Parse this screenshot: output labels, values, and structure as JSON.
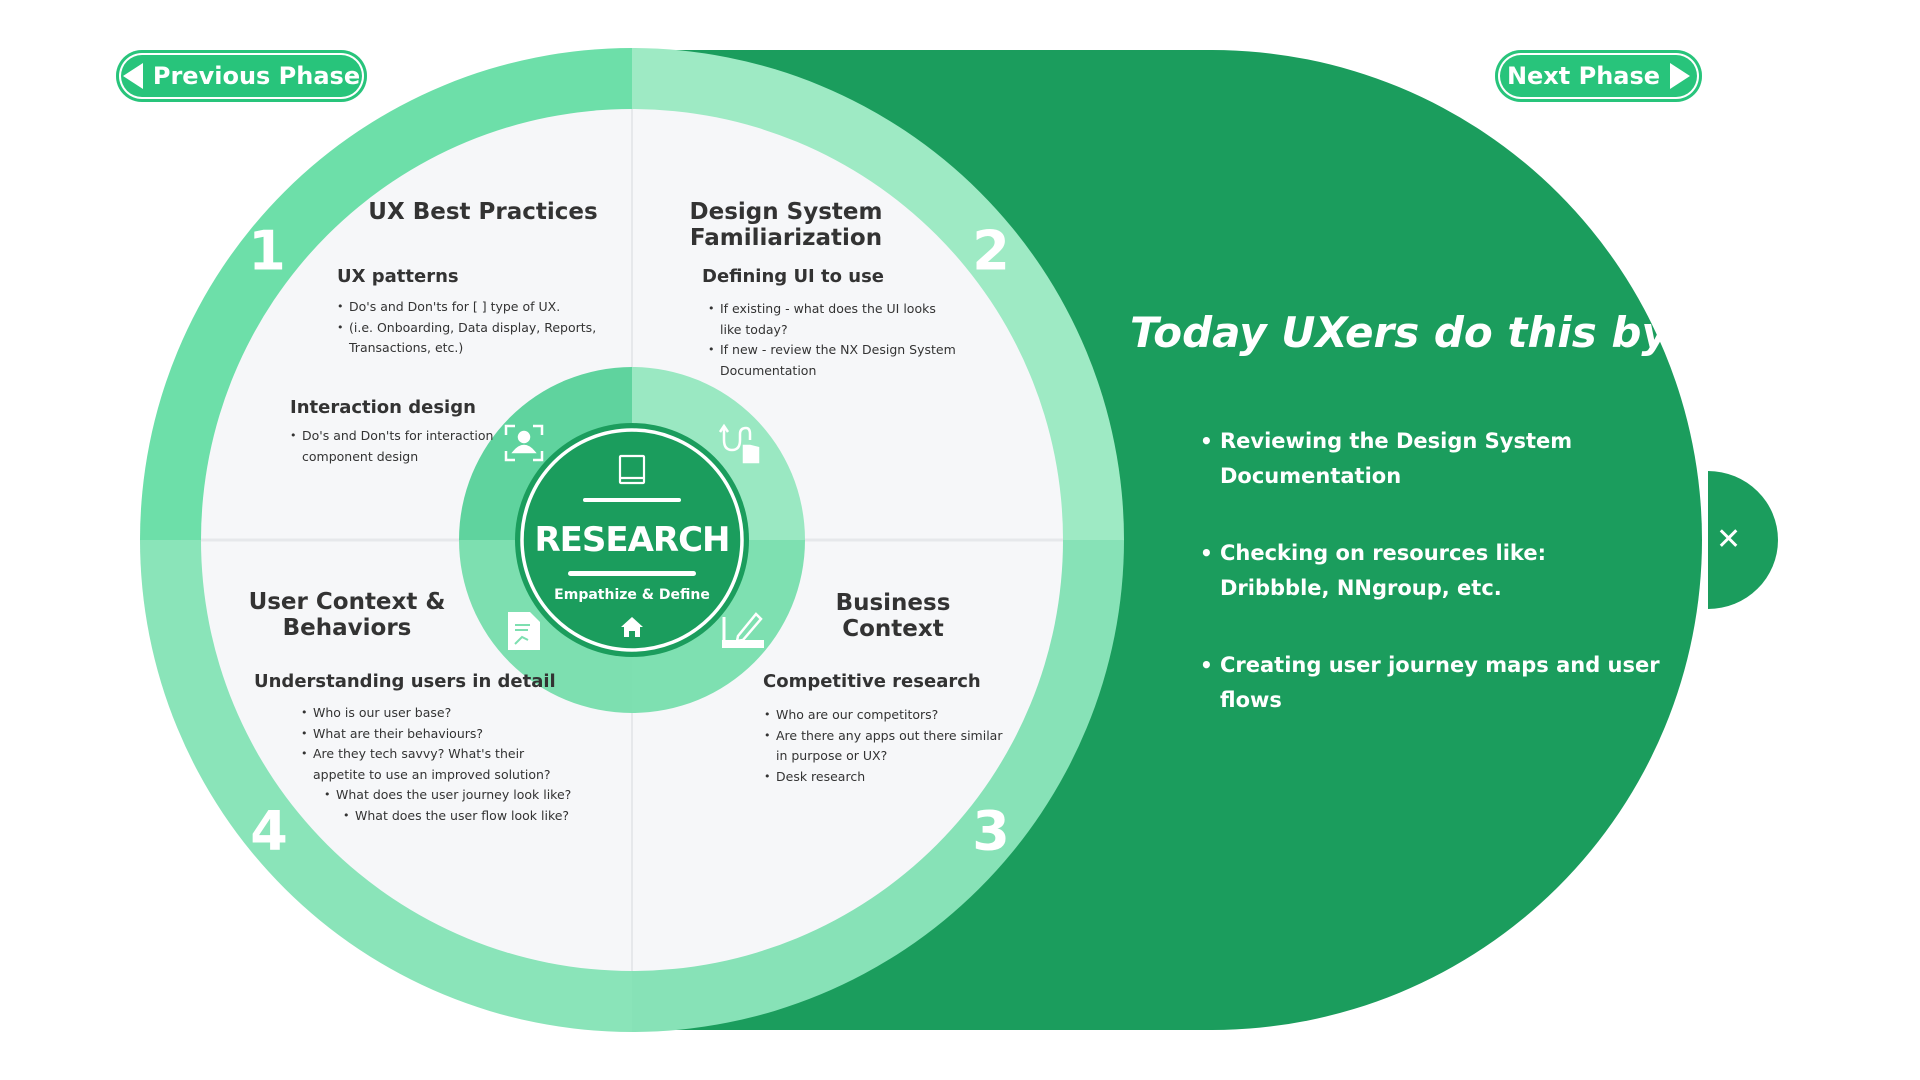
{
  "navigation": {
    "previous_label": "Previous Phase",
    "next_label": "Next Phase",
    "close_icon": "close-icon"
  },
  "center": {
    "title": "RESEARCH",
    "subtitle": "Empathize & Define",
    "top_icon": "book-icon",
    "bottom_icon": "home-icon"
  },
  "quadrants": [
    {
      "number": "1",
      "title": "UX Best Practices",
      "icon": "user-focus-icon",
      "sections": [
        {
          "heading": "UX patterns",
          "bullets": [
            "Do's and Don'ts for [ ] type of UX.",
            "(i.e. Onboarding, Data display, Reports, Transactions, etc.)"
          ]
        },
        {
          "heading": "Interaction design",
          "bullets": [
            "Do's and Don'ts for interaction component design"
          ]
        }
      ]
    },
    {
      "number": "2",
      "title_line1": "Design System",
      "title_line2": "Familiarization",
      "icon": "swipe-gesture-icon",
      "sections": [
        {
          "heading": "Defining UI to use",
          "bullets": [
            "If existing - what does the UI looks like today?",
            "If new - review the NX Design System Documentation"
          ]
        }
      ]
    },
    {
      "number": "3",
      "title_line1": "Business",
      "title_line2": "Context",
      "icon": "blueprint-pencil-icon",
      "sections": [
        {
          "heading": "Competitive research",
          "bullets": [
            "Who are our competitors?",
            "Are there any apps out there similar in purpose or UX?",
            "Desk research"
          ]
        }
      ]
    },
    {
      "number": "4",
      "title_line1": "User Context &",
      "title_line2": "Behaviors",
      "icon": "document-chart-icon",
      "sections": [
        {
          "heading": "Understanding users in detail",
          "bullets": [
            "Who is our user base?",
            "What are their behaviours?",
            "Are they tech savvy? What's their appetite to use an improved solution?",
            "What does the user journey look like?",
            "What does the user flow look like?"
          ]
        }
      ]
    }
  ],
  "panel": {
    "heading": "Today UXers do this by:",
    "items": [
      "Reviewing the Design System Documentation",
      "Checking on resources like: Dribbble, NNgroup, etc.",
      "Creating user journey maps and user flows"
    ]
  },
  "colors": {
    "dark_green": "#1b9d5d",
    "button_green": "#28c47b",
    "ring_q1": "#6ddfa9",
    "ring_q2": "#9eeac4",
    "ring_q3": "#87e2b7",
    "ring_q4": "#8ae4b9"
  }
}
